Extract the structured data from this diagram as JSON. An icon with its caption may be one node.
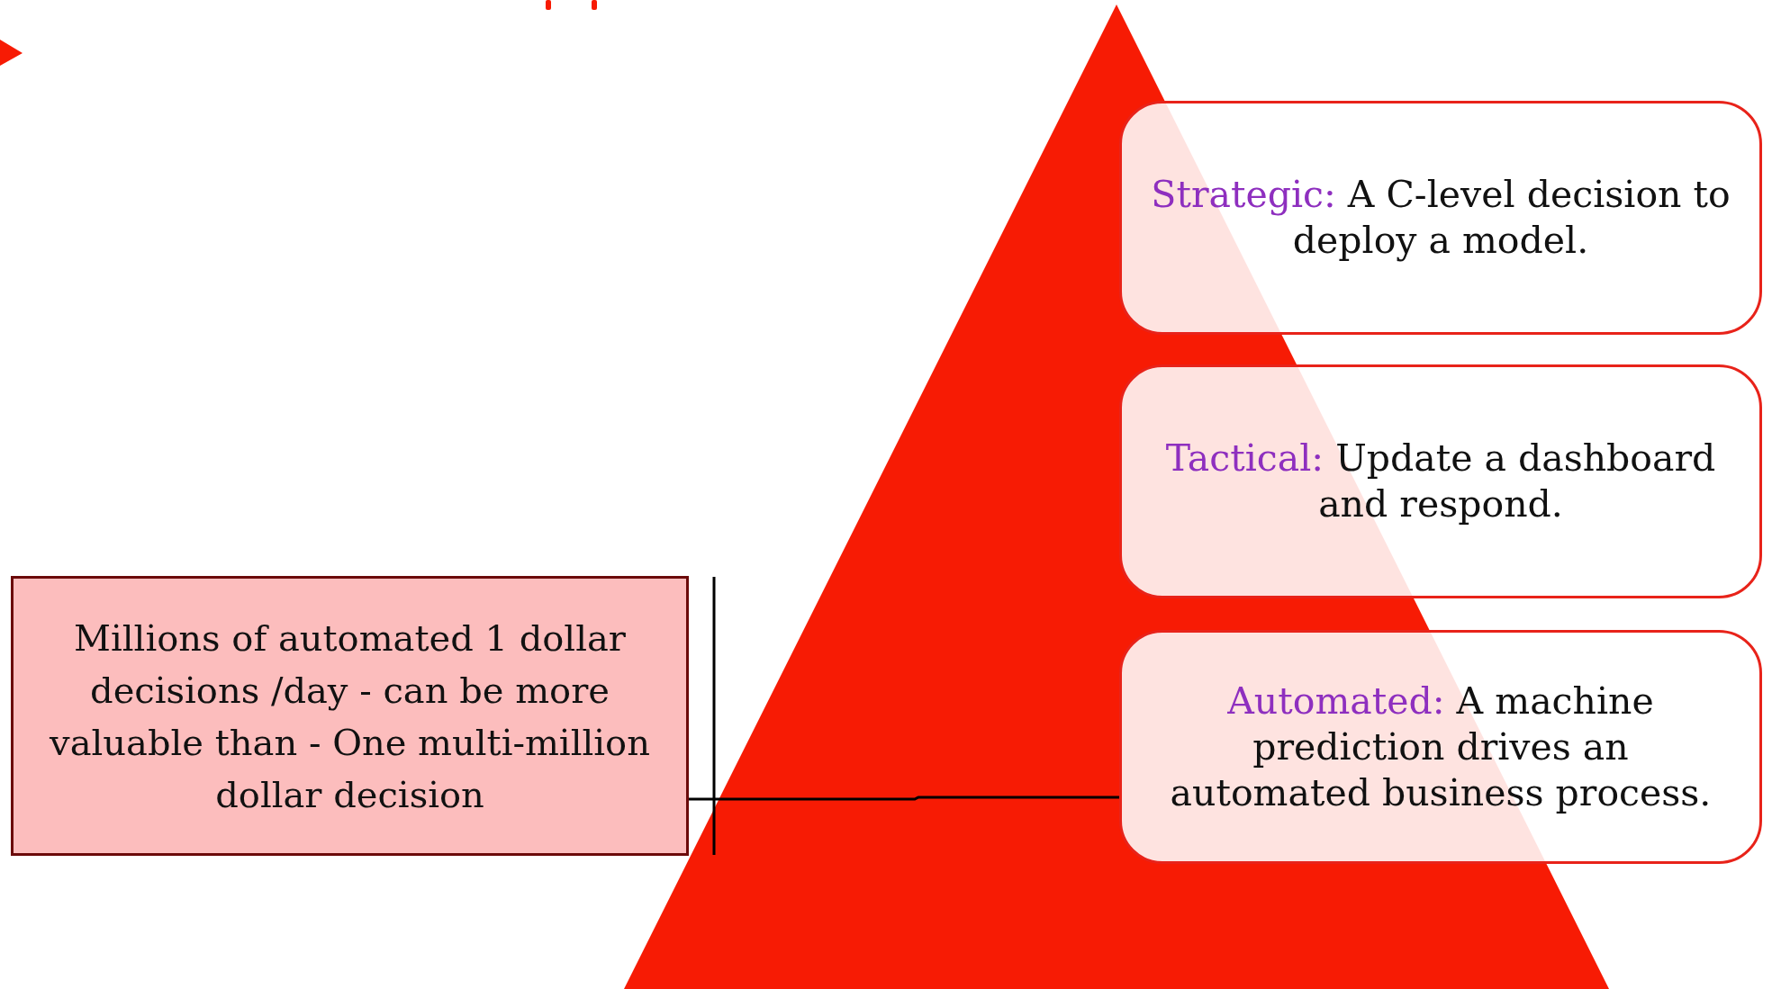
{
  "diagram": {
    "nodes": [
      {
        "text": [
          "Millions of automated 1 dollar decisions /day - can be more valuable than - One multi-million dollar decision"
        ]
      },
      {
        "text": [
          "Strategic:",
          "A C-level decision to deploy a model."
        ]
      },
      {
        "text": [
          "Tactical:",
          "Update a dashboard and respond."
        ]
      },
      {
        "text": [
          "Automated:",
          "A machine prediction drives an automated business process."
        ]
      }
    ],
    "edges": [
      {
        "from": 3,
        "to": 0,
        "arrow": "none"
      }
    ]
  }
}
